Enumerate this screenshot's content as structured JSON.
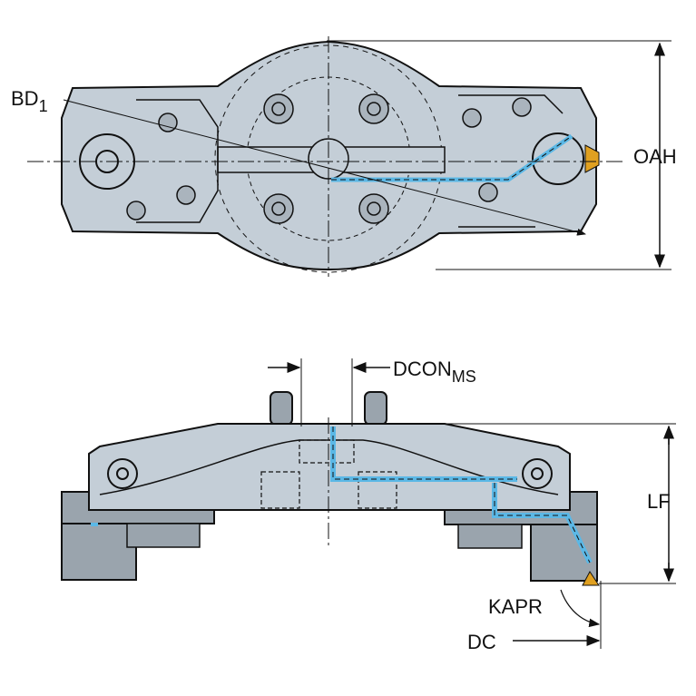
{
  "labels": {
    "bd": "BD",
    "bd_sub": "1",
    "oah": "OAH",
    "dcon": "DCON",
    "dcon_sub": "MS",
    "lf": "LF",
    "kapr": "KAPR",
    "dc": "DC"
  },
  "colors": {
    "body": "#c4ced7",
    "coolant": "#5bb8e6",
    "line": "#111111"
  }
}
